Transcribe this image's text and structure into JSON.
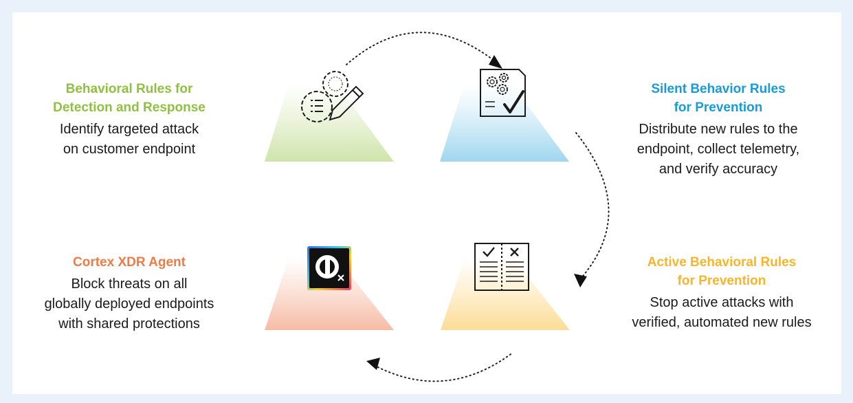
{
  "steps": {
    "behavioral_detection": {
      "title_line1": "Behavioral Rules for",
      "title_line2": "Detection and Response",
      "desc_line1": "Identify targeted attack",
      "desc_line2": "on customer endpoint",
      "color": "#8fc140",
      "icon": "gears-checklist-pencil-icon"
    },
    "silent_behavior": {
      "title_line1": "Silent Behavior Rules",
      "title_line2": "for Prevention",
      "desc_line1": "Distribute new rules to the",
      "desc_line2": "endpoint, collect telemetry,",
      "desc_line3": "and verify accuracy",
      "color": "#1a9ad6",
      "icon": "gears-document-checkmark-icon"
    },
    "active_behavioral": {
      "title_line1": "Active Behavioral Rules",
      "title_line2": "for Prevention",
      "desc_line1": "Stop active attacks with",
      "desc_line2": "verified, automated new rules",
      "color": "#f8b52a",
      "icon": "open-book-check-x-icon"
    },
    "cortex_xdr": {
      "title_line1": "Cortex XDR Agent",
      "desc_line1": "Block threats on all",
      "desc_line2": "globally deployed endpoints",
      "desc_line3": "with shared protections",
      "color": "#ee7b45",
      "icon": "cortex-xdr-logo-icon"
    }
  }
}
